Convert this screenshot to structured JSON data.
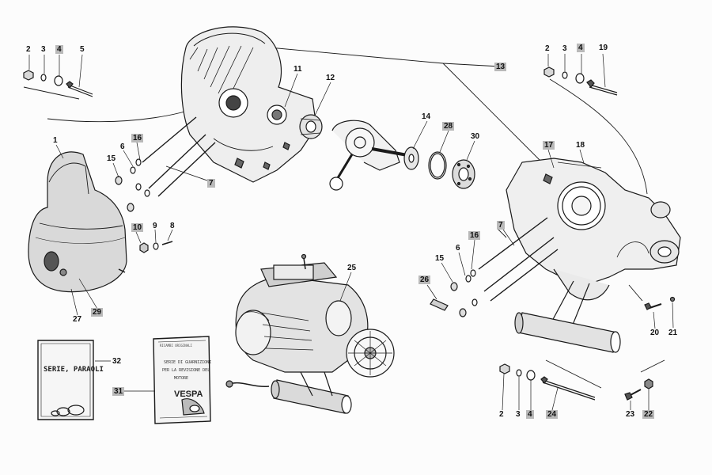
{
  "diagram": {
    "callouts": [
      {
        "id": "c-2a",
        "text": "2",
        "hl": false
      },
      {
        "id": "c-3a",
        "text": "3",
        "hl": false
      },
      {
        "id": "c-4a",
        "text": "4",
        "hl": true
      },
      {
        "id": "c-5",
        "text": "5",
        "hl": false
      },
      {
        "id": "c-11",
        "text": "11",
        "hl": false
      },
      {
        "id": "c-12",
        "text": "12",
        "hl": false
      },
      {
        "id": "c-13",
        "text": "13",
        "hl": true
      },
      {
        "id": "c-2b",
        "text": "2",
        "hl": false
      },
      {
        "id": "c-3b",
        "text": "3",
        "hl": false
      },
      {
        "id": "c-4b",
        "text": "4",
        "hl": true
      },
      {
        "id": "c-19",
        "text": "19",
        "hl": false
      },
      {
        "id": "c-1",
        "text": "1",
        "hl": false
      },
      {
        "id": "c-6a",
        "text": "6",
        "hl": false
      },
      {
        "id": "c-16a",
        "text": "16",
        "hl": true
      },
      {
        "id": "c-15a",
        "text": "15",
        "hl": false
      },
      {
        "id": "c-7a",
        "text": "7",
        "hl": true
      },
      {
        "id": "c-14",
        "text": "14",
        "hl": false
      },
      {
        "id": "c-28",
        "text": "28",
        "hl": true
      },
      {
        "id": "c-30",
        "text": "30",
        "hl": false
      },
      {
        "id": "c-17",
        "text": "17",
        "hl": true
      },
      {
        "id": "c-18",
        "text": "18",
        "hl": false
      },
      {
        "id": "c-10",
        "text": "10",
        "hl": true
      },
      {
        "id": "c-9",
        "text": "9",
        "hl": false
      },
      {
        "id": "c-8",
        "text": "8",
        "hl": false
      },
      {
        "id": "c-7b",
        "text": "7",
        "hl": true
      },
      {
        "id": "c-16b",
        "text": "16",
        "hl": true
      },
      {
        "id": "c-6b",
        "text": "6",
        "hl": false
      },
      {
        "id": "c-15b",
        "text": "15",
        "hl": false
      },
      {
        "id": "c-26",
        "text": "26",
        "hl": true
      },
      {
        "id": "c-25",
        "text": "25",
        "hl": false
      },
      {
        "id": "c-27",
        "text": "27",
        "hl": false
      },
      {
        "id": "c-29",
        "text": "29",
        "hl": true
      },
      {
        "id": "c-20",
        "text": "20",
        "hl": false
      },
      {
        "id": "c-21",
        "text": "21",
        "hl": false
      },
      {
        "id": "c-32",
        "text": "32",
        "hl": false
      },
      {
        "id": "c-31",
        "text": "31",
        "hl": true
      },
      {
        "id": "c-2c",
        "text": "2",
        "hl": false
      },
      {
        "id": "c-3c",
        "text": "3",
        "hl": false
      },
      {
        "id": "c-4c",
        "text": "4",
        "hl": true
      },
      {
        "id": "c-24",
        "text": "24",
        "hl": true
      },
      {
        "id": "c-23",
        "text": "23",
        "hl": false
      },
      {
        "id": "c-22",
        "text": "22",
        "hl": true
      }
    ],
    "packet_left": {
      "title": "SERIE, PARAOLI"
    },
    "packet_right": {
      "header": "RICAMBI ORIGINALI",
      "lines": [
        "SERIE DI GUARNIZIONI",
        "PER LA REVISIONE DEL",
        "MOTORE"
      ],
      "brand": "VESPA"
    }
  }
}
